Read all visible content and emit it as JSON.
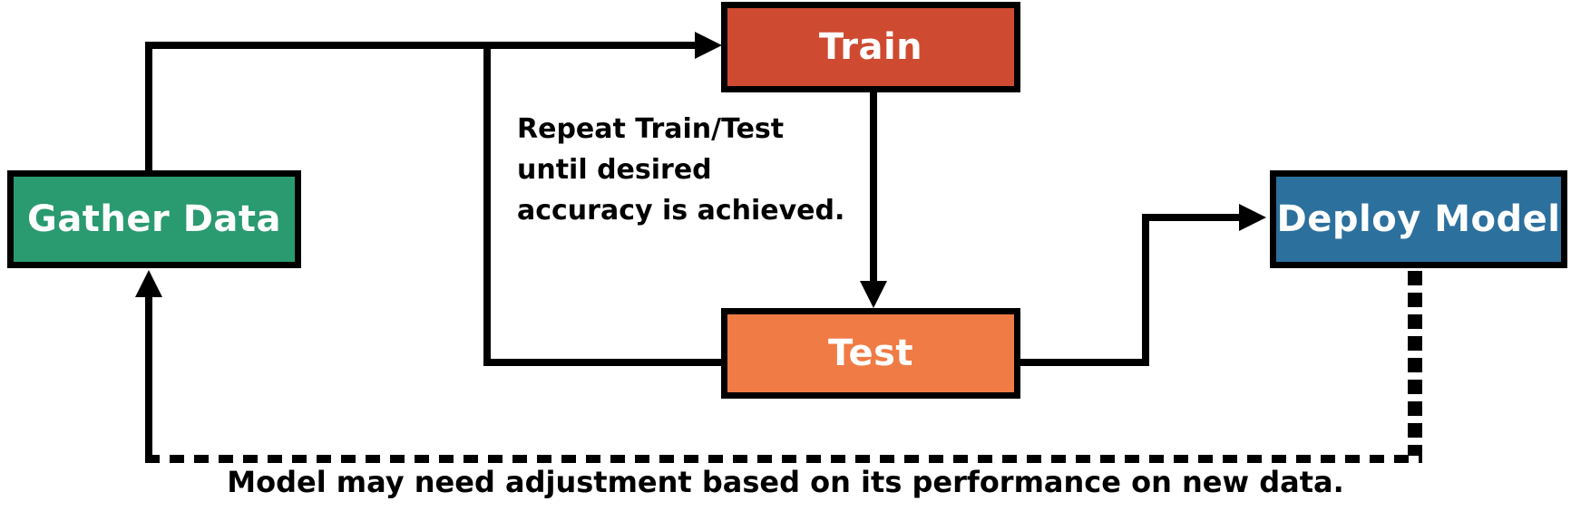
{
  "diagram": {
    "title_hint": "machine-learning workflow flowchart",
    "nodes": {
      "gather_data": {
        "label": "Gather Data",
        "color": "#2A9A70"
      },
      "train": {
        "label": "Train",
        "color": "#CE4A31"
      },
      "test": {
        "label": "Test",
        "color": "#F07B45"
      },
      "deploy_model": {
        "label": "Deploy Model",
        "color": "#2C709E"
      }
    },
    "node_text_color": "#FFFFFF",
    "line_color": "#000000",
    "background_color": "#FFFFFF",
    "annotations": {
      "repeat_loop": {
        "lines": [
          "Repeat Train/Test",
          "until desired",
          "accuracy is achieved."
        ]
      },
      "feedback": {
        "text": "Model may need adjustment based on its performance on new data."
      }
    },
    "edges": [
      {
        "from": "gather_data",
        "to": "train",
        "style": "solid",
        "arrow": "into-train-left"
      },
      {
        "from": "train",
        "to": "test",
        "style": "solid",
        "arrow": "into-test-top"
      },
      {
        "from": "test",
        "to": "train",
        "style": "solid",
        "arrow": "loop-left-up-into-train"
      },
      {
        "from": "test",
        "to": "deploy_model",
        "style": "solid",
        "arrow": "into-deploy-left"
      },
      {
        "from": "deploy_model",
        "to": "gather_data",
        "style": "dashed",
        "arrow": "into-gather-bottom"
      }
    ]
  }
}
